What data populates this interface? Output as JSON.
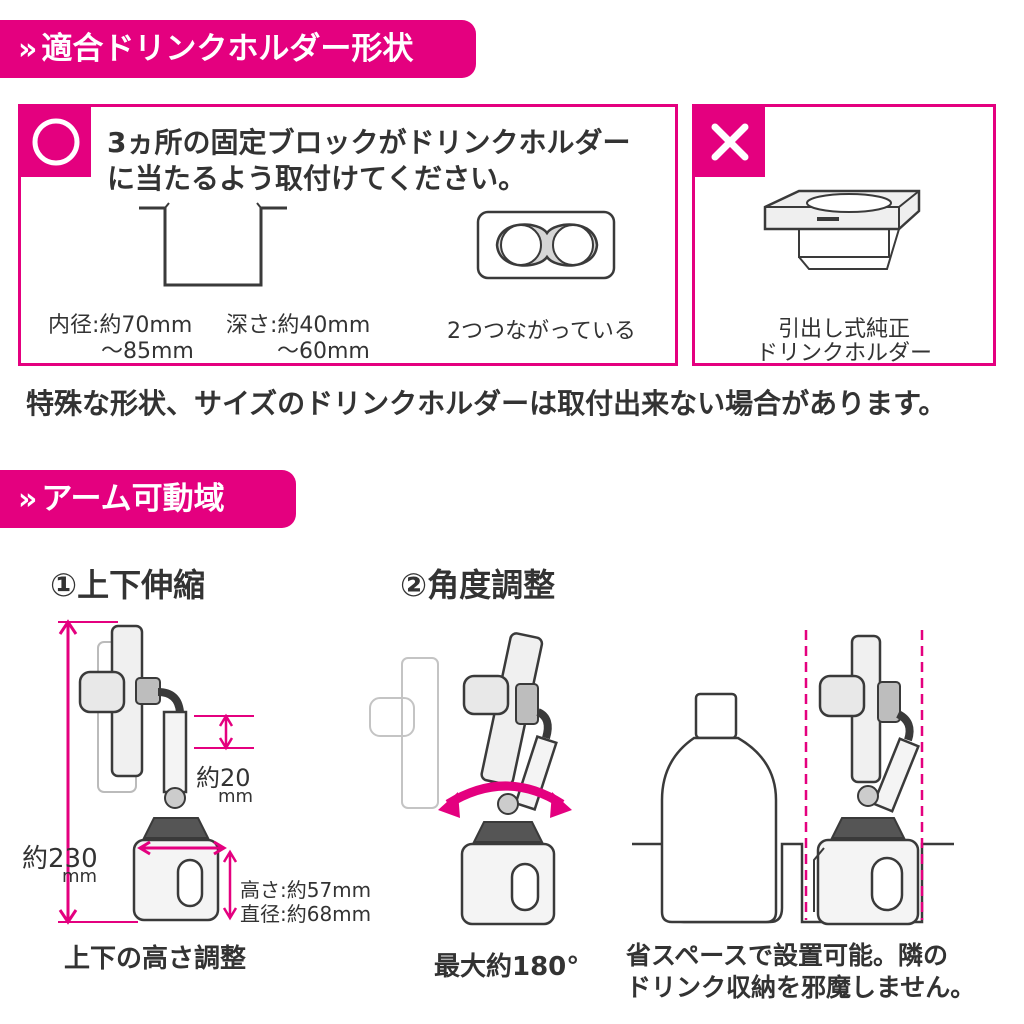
{
  "colors": {
    "accent": "#e4007f",
    "text": "#333333",
    "stroke": "#3a3a3a"
  },
  "section1": {
    "chevron": "»",
    "title": "適合ドリンクホルダー形状"
  },
  "ok_box": {
    "mark": "○",
    "description_line1": "3ヵ所の固定ブロックがドリンクホルダー",
    "description_line2": "に当たるよう取付けてください。",
    "cup_inner_line1": "内径:約70mm",
    "cup_inner_line2": "～85mm",
    "cup_depth_line1": "深さ:約40mm",
    "cup_depth_line2": "～60mm",
    "double_label": "2つつながっている"
  },
  "ng_box": {
    "mark": "×",
    "label_line1": "引出し式純正",
    "label_line2": "ドリンクホルダー"
  },
  "notice": "特殊な形状、サイズのドリンクホルダーは取付出来ない場合があります。",
  "section2": {
    "chevron": "»",
    "title": "アーム可動域"
  },
  "panel1": {
    "title": "①上下伸縮",
    "total_height_1": "約230",
    "total_height_2": "mm",
    "stroke_1": "約20",
    "stroke_2": "mm",
    "cup_height": "高さ:約57mm",
    "cup_diameter": "直径:約68mm",
    "caption": "上下の高さ調整"
  },
  "panel2": {
    "title": "②角度調整",
    "caption": "最大約180°"
  },
  "panel3": {
    "caption_line1": "省スペースで設置可能。隣の",
    "caption_line2": "ドリンク収納を邪魔しません。"
  }
}
